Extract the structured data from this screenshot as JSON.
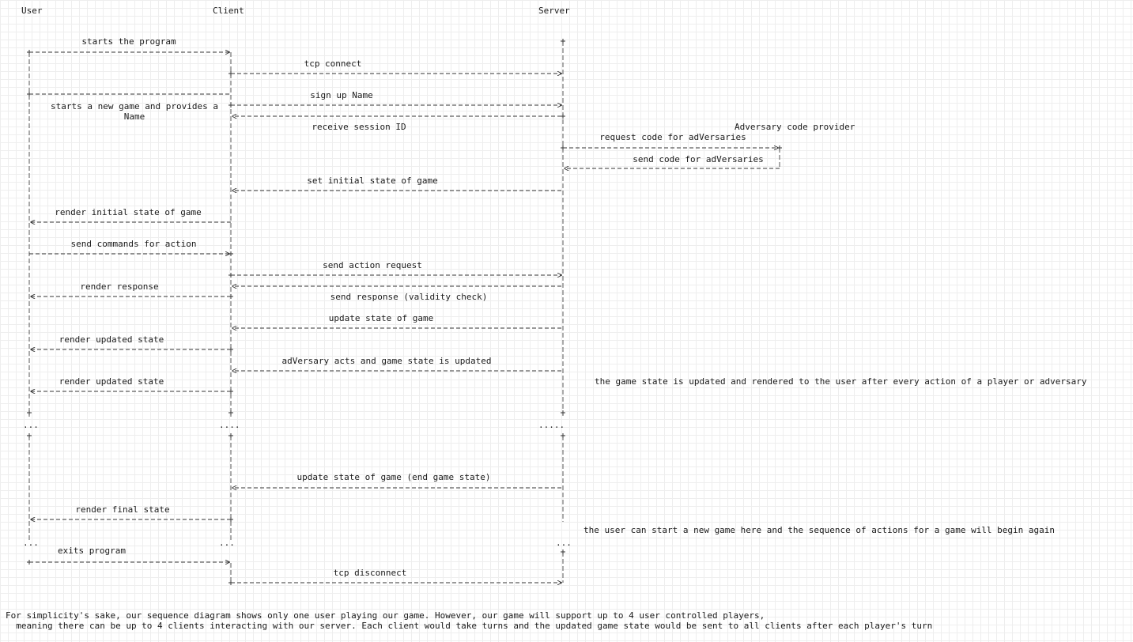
{
  "participants": {
    "user": "User",
    "client": "Client",
    "server": "Server",
    "adversary": "Adversary code provider"
  },
  "messages": [
    {
      "id": "m1",
      "text": "starts the program"
    },
    {
      "id": "m2",
      "text": "tcp connect"
    },
    {
      "id": "m3",
      "text": "sign up Name"
    },
    {
      "id": "m4",
      "text": "starts a new game and provides a\nName"
    },
    {
      "id": "m5",
      "text": "receive session ID"
    },
    {
      "id": "m6",
      "text": "request code for adVersaries"
    },
    {
      "id": "m7",
      "text": "send code for adVersaries"
    },
    {
      "id": "m8",
      "text": "set initial state of game"
    },
    {
      "id": "m9",
      "text": "render initial state of game"
    },
    {
      "id": "m10",
      "text": "send commands for action"
    },
    {
      "id": "m11",
      "text": "send action request"
    },
    {
      "id": "m12",
      "text": "render response"
    },
    {
      "id": "m13",
      "text": "send response (validity check)"
    },
    {
      "id": "m14",
      "text": "update state of game"
    },
    {
      "id": "m15",
      "text": "render updated state"
    },
    {
      "id": "m16",
      "text": "adVersary acts and game state is updated"
    },
    {
      "id": "m17",
      "text": "render updated state"
    },
    {
      "id": "m18",
      "text": "update state of game (end game state)"
    },
    {
      "id": "m19",
      "text": "render final state"
    },
    {
      "id": "m20",
      "text": "exits program"
    },
    {
      "id": "m21",
      "text": "tcp disconnect"
    }
  ],
  "ellipses": {
    "first": {
      "user": "...",
      "client": "....",
      "server": "....."
    },
    "second": {
      "user": "...",
      "client": "...",
      "server": "..."
    }
  },
  "notes": {
    "state_update": "the game state is updated and rendered to the user after every action of a player or adversary",
    "restart": "the user can start a new game here and the sequence of actions for a game will begin again"
  },
  "footer": [
    "For simplicity's sake, our sequence diagram shows only one user playing our game. However, our game will support up to 4 user controlled players,",
    "  meaning there can be up to 4 clients interacting with our server. Each client would take turns and the updated game state would be sent to all clients after each player's turn"
  ],
  "colors": {
    "line": "#333333",
    "grid": "#eeeeee",
    "highlight": "#d2d2d2"
  }
}
